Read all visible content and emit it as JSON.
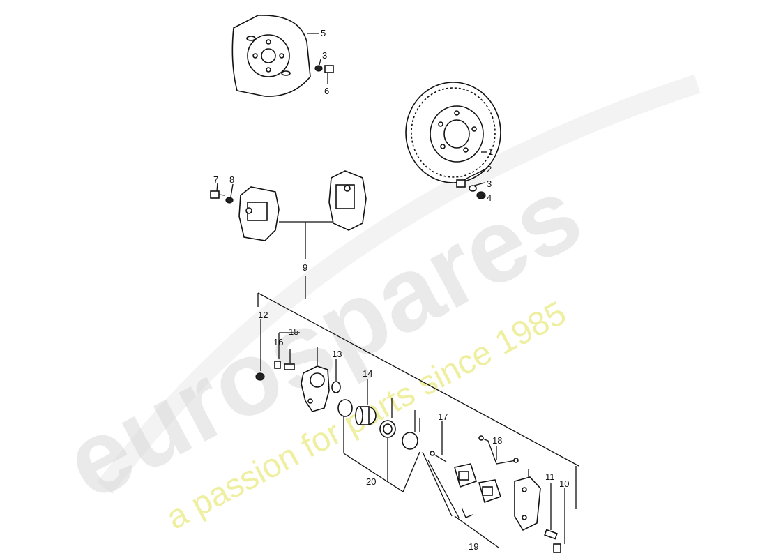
{
  "watermark": {
    "brand": "eurospares",
    "slogan": "a passion for parts since 1985"
  },
  "callouts": {
    "c1": "1",
    "c2": "2",
    "c3a": "3",
    "c3b": "3",
    "c4": "4",
    "c5": "5",
    "c6": "6",
    "c7": "7",
    "c8": "8",
    "c9": "9",
    "c10": "10",
    "c11": "11",
    "c12": "12",
    "c13": "13",
    "c14": "14",
    "c15": "15",
    "c16": "16",
    "c17": "17",
    "c18": "18",
    "c19": "19",
    "c20": "20"
  },
  "colors": {
    "ink": "#111111",
    "watermark_gray": "#d9d9d9",
    "watermark_yellow": "#ecec8a"
  }
}
